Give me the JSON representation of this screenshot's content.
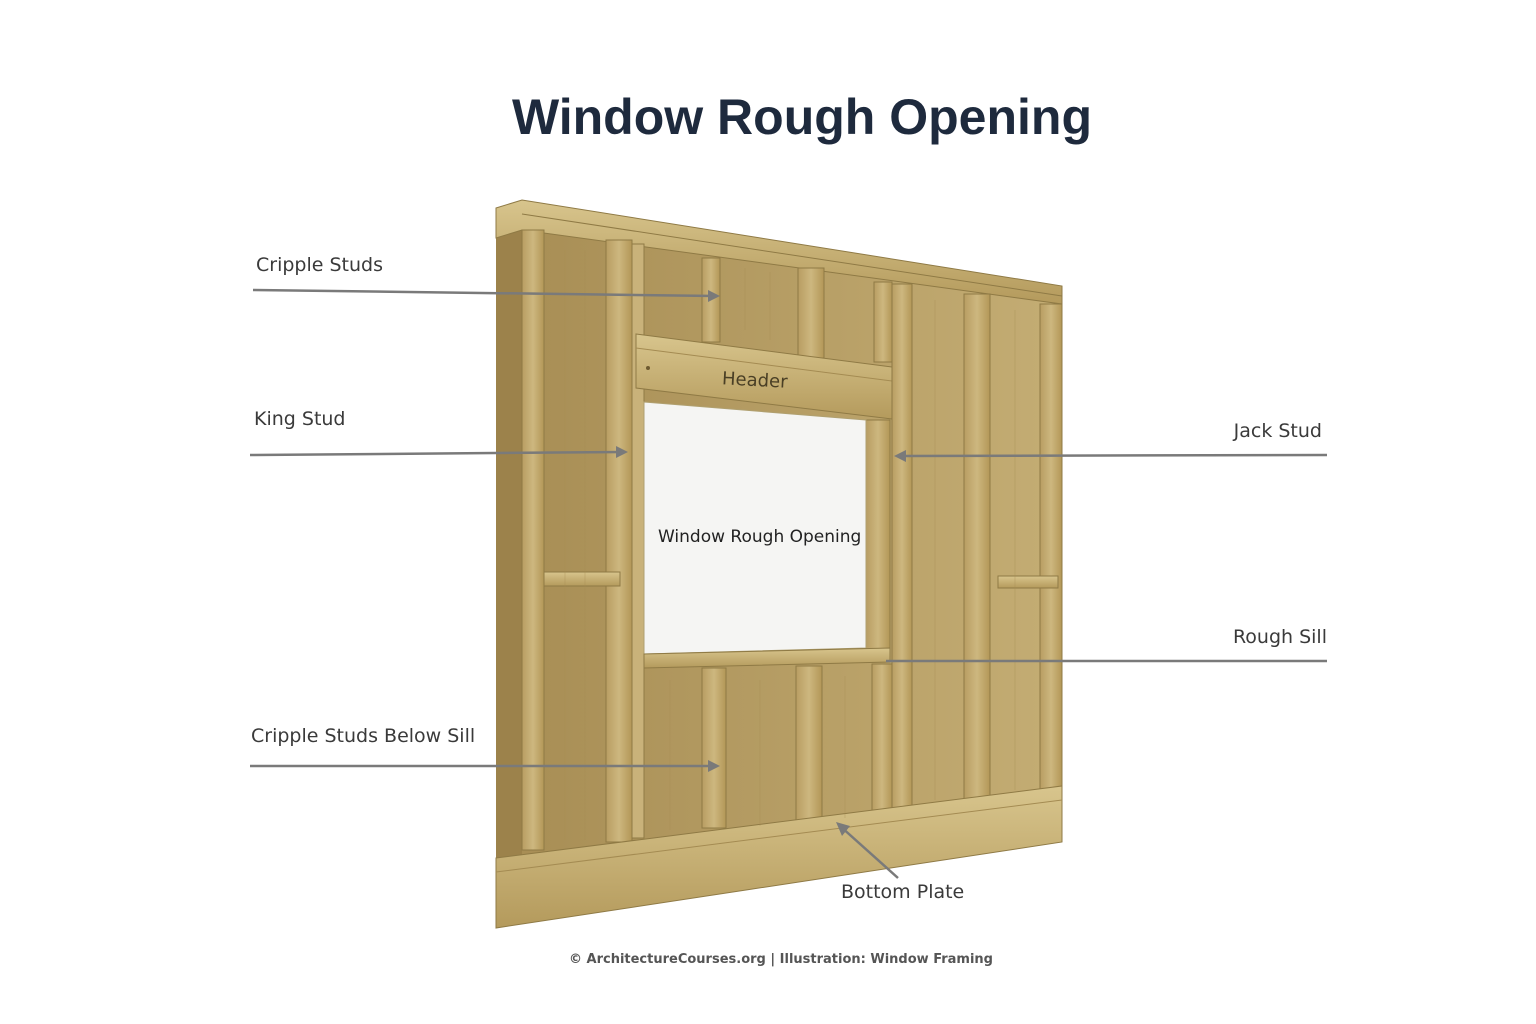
{
  "title": "Window Rough Opening",
  "labels": {
    "cripple_studs": "Cripple Studs",
    "king_stud": "King Stud",
    "cripple_studs_below_sill": "Cripple Studs Below Sill",
    "jack_stud": "Jack Stud",
    "rough_sill": "Rough Sill",
    "bottom_plate": "Bottom Plate",
    "header": "Header",
    "opening": "Window Rough Opening"
  },
  "footer": "© ArchitectureCourses.org | Illustration: Window Framing",
  "colors": {
    "title": "#1e2a3d",
    "wood": "#c8b27a",
    "wood_dark": "#8f7a45",
    "wood_light": "#dccb95",
    "leader": "#7a7a7a",
    "opening": "#f5f5f3"
  }
}
